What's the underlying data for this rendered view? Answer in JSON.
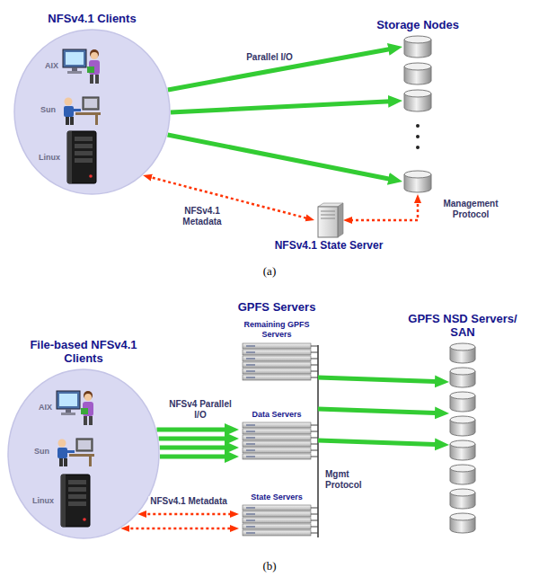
{
  "diagram": {
    "nodes": [
      {
        "text": [
          "NFSv4.1 Clients"
        ]
      },
      {
        "text": [
          "AIX"
        ],
        "in": 0
      },
      {
        "text": [
          "Sun"
        ],
        "in": 0
      },
      {
        "text": [
          "Linux"
        ],
        "in": 0
      },
      {
        "text": [
          "Storage Nodes"
        ]
      },
      {
        "text": [
          "NFSv4.1 State Server"
        ]
      },
      {
        "text": [
          "File-based NFSv4.1 Clients"
        ]
      },
      {
        "text": [
          "AIX"
        ],
        "in": 6
      },
      {
        "text": [
          "Sun"
        ],
        "in": 6
      },
      {
        "text": [
          "Linux"
        ],
        "in": 6
      },
      {
        "text": [
          "GPFS Servers"
        ]
      },
      {
        "text": [
          "Remaining GPFS Servers"
        ],
        "in": 10
      },
      {
        "text": [
          "Data Servers"
        ],
        "in": 10
      },
      {
        "text": [
          "State Servers"
        ],
        "in": 10
      },
      {
        "text": [
          "GPFS NSD Servers/ SAN"
        ]
      }
    ],
    "edges": [
      {
        "from": 0,
        "to": 4,
        "arrow": "to",
        "label": "Parallel I/O"
      },
      {
        "from": 0,
        "to": 4,
        "arrow": "to"
      },
      {
        "from": 0,
        "to": 4,
        "arrow": "to"
      },
      {
        "from": 0,
        "to": 5,
        "arrow": "both",
        "label": "NFSv4.1 Metadata"
      },
      {
        "from": 4,
        "to": 5,
        "arrow": "both",
        "label": "Management Protocol"
      },
      {
        "from": 6,
        "to": 12,
        "arrow": "to",
        "label": "NFSv4 Parallel I/O"
      },
      {
        "from": 6,
        "to": 12,
        "arrow": "to"
      },
      {
        "from": 6,
        "to": 12,
        "arrow": "to"
      },
      {
        "from": 6,
        "to": 12,
        "arrow": "to"
      },
      {
        "from": 6,
        "to": 13,
        "arrow": "both",
        "label": "NFSv4.1 Metadata"
      },
      {
        "from": 6,
        "to": 13,
        "arrow": "both"
      },
      {
        "from": 10,
        "to": 14,
        "arrow": "to"
      },
      {
        "from": 10,
        "to": 14,
        "arrow": "to"
      },
      {
        "from": 10,
        "to": 14,
        "arrow": "to"
      }
    ],
    "labels": [
      "(a)",
      "(b)",
      "Mgmt Protocol"
    ]
  }
}
